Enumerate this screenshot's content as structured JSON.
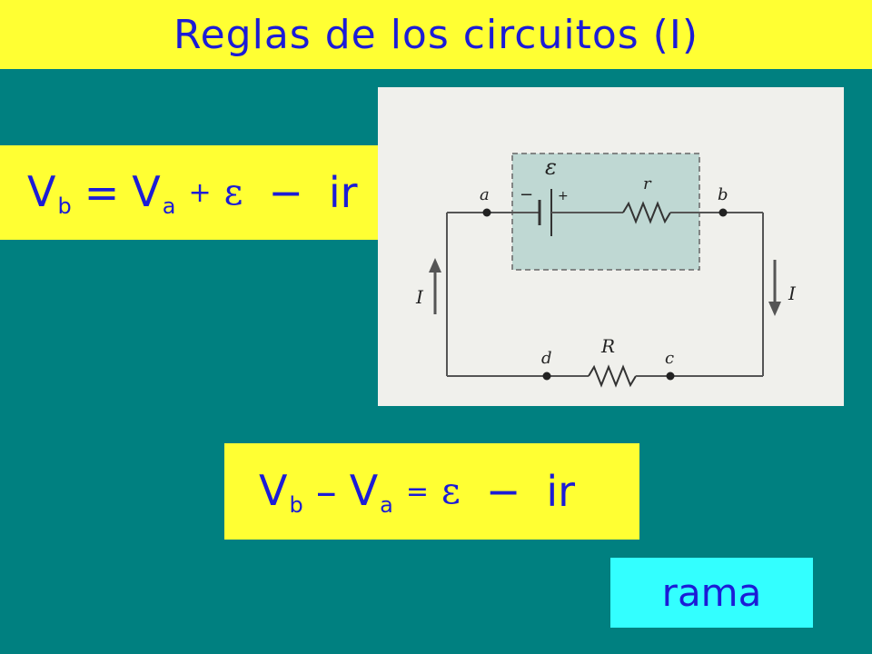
{
  "title": "Reglas de los circuitos (I)",
  "equation_top": {
    "v_b": "V",
    "v_b_sub": "b",
    "equals": "=",
    "v_a": "V",
    "v_a_sub": "a",
    "plus": "+",
    "emf": "ε",
    "minus": "−",
    "ir": "ir"
  },
  "equation_bottom": {
    "v_b": "V",
    "v_b_sub": "b",
    "minus1": "–",
    "v_a": "V",
    "v_a_sub": "a",
    "equals": "=",
    "emf": "ε",
    "minus2": "−",
    "ir": "ir"
  },
  "diagram": {
    "emf_label": "ε",
    "r_label": "r",
    "R_label": "R",
    "node_a": "a",
    "node_b": "b",
    "node_c": "c",
    "node_d": "d",
    "current_left": "I",
    "current_right": "I",
    "minus_sign": "−",
    "plus_sign": "+"
  },
  "rama_label": "rama",
  "colors": {
    "background": "#008080",
    "yellow_box": "#ffff33",
    "cyan_box": "#33ffff",
    "text_blue": "#1c1cd6"
  }
}
